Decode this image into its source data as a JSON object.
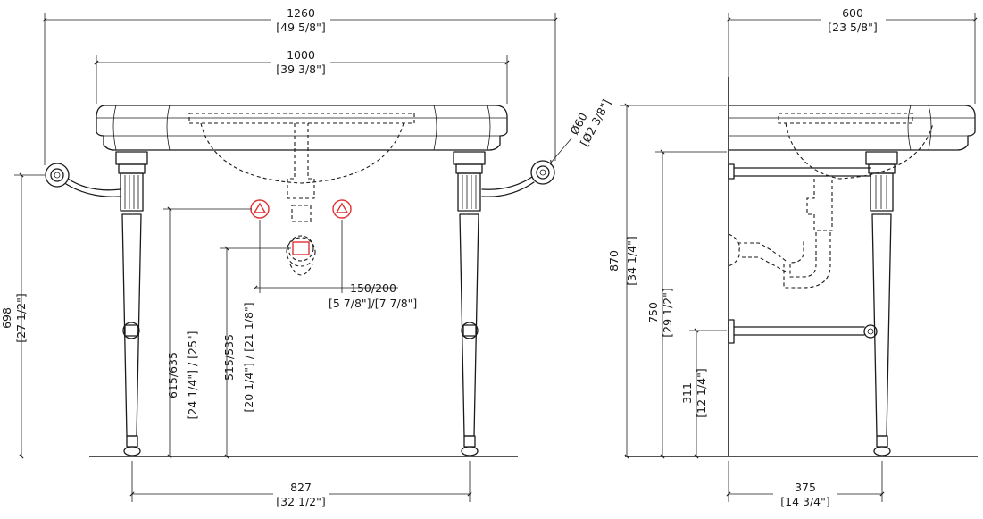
{
  "front_view": {
    "overall_width": {
      "mm": "1260",
      "in": "[49 5/8\"]"
    },
    "basin_width": {
      "mm": "1000",
      "in": "[39 3/8\"]"
    },
    "rail_diameter": {
      "mm": "Ø60",
      "in": "[Ø2 3/8\"]"
    },
    "supply_spacing": {
      "mm": "150/200",
      "in": "[5 7/8\"]/[7 7/8\"]"
    },
    "supply_height": {
      "mm": "615/635",
      "in": "[24 1/4\"] / [25\"]"
    },
    "waste_height": {
      "mm": "515/535",
      "in": "[20 1/4\"] / [21 1/8\"]"
    },
    "rail_height": {
      "mm": "698",
      "in": "[27 1/2\"]"
    },
    "leg_spacing": {
      "mm": "827",
      "in": "[32 1/2\"]"
    }
  },
  "side_view": {
    "overall_depth": {
      "mm": "600",
      "in": "[23 5/8\"]"
    },
    "overall_height": {
      "mm": "870",
      "in": "[34 1/4\"]"
    },
    "top_height": {
      "mm": "750",
      "in": "[29 1/2\"]"
    },
    "shelf_bar_height": {
      "mm": "311",
      "in": "[12 1/4\"]"
    },
    "leg_depth": {
      "mm": "375",
      "in": "[14 3/4\"]"
    }
  },
  "colors": {
    "line": "#1a1a1a",
    "supply_marker": "#e03030"
  }
}
